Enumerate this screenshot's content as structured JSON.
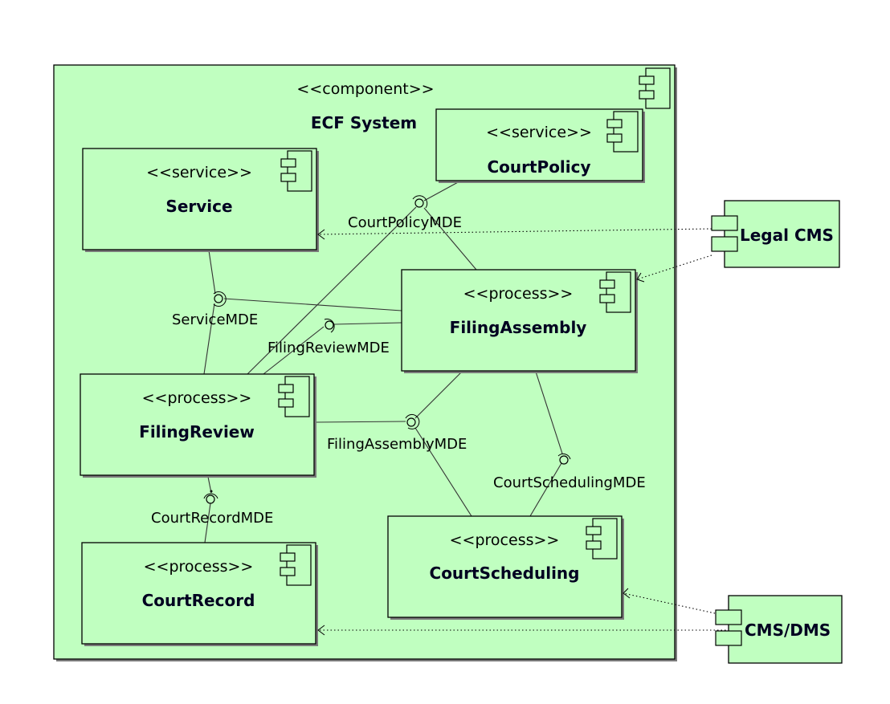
{
  "diagram": {
    "type": "UML component diagram",
    "colors": {
      "fill": "#c0ffc0",
      "stroke": "#000000",
      "background": "#ffffff"
    },
    "container": {
      "id": "ecf_system",
      "stereotype": "<<component>>",
      "name": "ECF System"
    },
    "components": [
      {
        "id": "service",
        "stereotype": "<<service>>",
        "name": "Service"
      },
      {
        "id": "court_policy",
        "stereotype": "<<service>>",
        "name": "CourtPolicy"
      },
      {
        "id": "filing_assembly",
        "stereotype": "<<process>>",
        "name": "FilingAssembly"
      },
      {
        "id": "filing_review",
        "stereotype": "<<process>>",
        "name": "FilingReview"
      },
      {
        "id": "court_record",
        "stereotype": "<<process>>",
        "name": "CourtRecord"
      },
      {
        "id": "court_scheduling",
        "stereotype": "<<process>>",
        "name": "CourtScheduling"
      }
    ],
    "external_components": [
      {
        "id": "legal_cms",
        "name": "Legal CMS"
      },
      {
        "id": "cms_dms",
        "name": "CMS/DMS"
      }
    ],
    "interfaces": [
      {
        "id": "court_policy_mde",
        "label": "CourtPolicyMDE",
        "provider": "court_policy",
        "consumers": [
          "filing_review",
          "filing_assembly"
        ]
      },
      {
        "id": "service_mde",
        "label": "ServiceMDE",
        "provider": "service",
        "consumers": [
          "filing_review",
          "filing_assembly"
        ]
      },
      {
        "id": "filing_review_mde",
        "label": "FilingReviewMDE",
        "provider": "filing_review",
        "consumers": [
          "filing_assembly"
        ]
      },
      {
        "id": "filing_assembly_mde",
        "label": "FilingAssemblyMDE",
        "provider": "filing_assembly",
        "consumers": [
          "filing_review",
          "court_scheduling"
        ]
      },
      {
        "id": "court_scheduling_mde",
        "label": "CourtSchedulingMDE",
        "provider": "court_scheduling",
        "consumers": [
          "filing_assembly"
        ]
      },
      {
        "id": "court_record_mde",
        "label": "CourtRecordMDE",
        "provider": "court_record",
        "consumers": [
          "filing_review"
        ]
      }
    ],
    "dependencies": [
      {
        "from": "legal_cms",
        "to": "service"
      },
      {
        "from": "legal_cms",
        "to": "filing_assembly"
      },
      {
        "from": "cms_dms",
        "to": "court_scheduling"
      },
      {
        "from": "cms_dms",
        "to": "court_record"
      }
    ]
  }
}
